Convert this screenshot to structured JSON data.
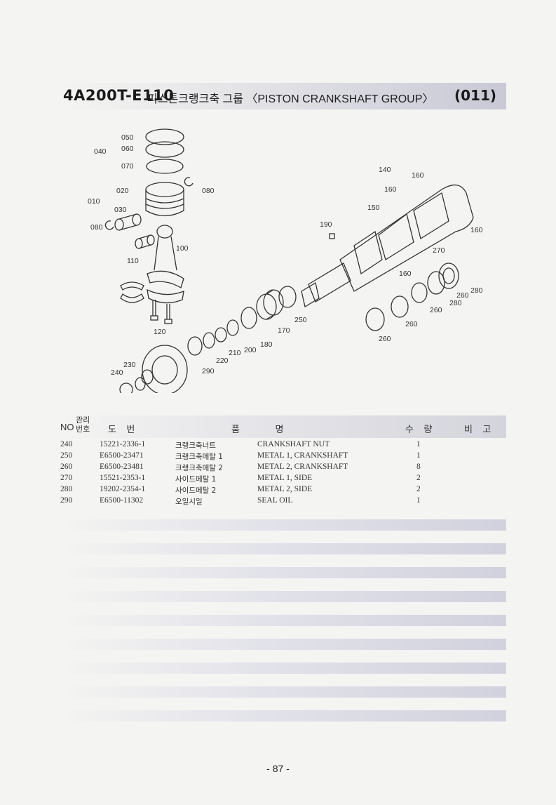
{
  "header": {
    "model": "4A200T-E110",
    "title": "피스톤크랭크축 그룹 〈PISTON CRANKSHAFT GROUP〉",
    "group_code": "(011)"
  },
  "diagram": {
    "callouts": [
      "050",
      "040",
      "060",
      "070",
      "020",
      "080",
      "010",
      "030",
      "080",
      "100",
      "110",
      "120",
      "140",
      "160",
      "160",
      "150",
      "190",
      "160",
      "270",
      "160",
      "280",
      "260",
      "280",
      "260",
      "250",
      "260",
      "170",
      "180",
      "200",
      "210",
      "220",
      "290",
      "260",
      "230",
      "240"
    ]
  },
  "table": {
    "headers": {
      "no": "NO",
      "mgmt_1": "관리",
      "mgmt_2": "번호",
      "part_no": "도    번",
      "name": "품              명",
      "qty": "수    량",
      "remarks": "비    고"
    },
    "rows": [
      {
        "no": "240",
        "part_no": "15221-2336-1",
        "name_kr": "크랭크축너트",
        "name_en": "CRANKSHAFT NUT",
        "qty": "1"
      },
      {
        "no": "250",
        "part_no": "E6500-23471",
        "name_kr": "크랭크축메탈 1",
        "name_en": "METAL 1, CRANKSHAFT",
        "qty": "1"
      },
      {
        "no": "260",
        "part_no": "E6500-23481",
        "name_kr": "크랭크축메탈 2",
        "name_en": "METAL 2, CRANKSHAFT",
        "qty": "8"
      },
      {
        "no": "270",
        "part_no": "15521-2353-1",
        "name_kr": "사이드메탈 1",
        "name_en": "METAL 1, SIDE",
        "qty": "2"
      },
      {
        "no": "280",
        "part_no": "19202-2354-1",
        "name_kr": "사이드메탈 2",
        "name_en": "METAL 2, SIDE",
        "qty": "2"
      },
      {
        "no": "290",
        "part_no": "E6500-11302",
        "name_kr": "오일시일",
        "name_en": "SEAL OIL",
        "qty": "1"
      }
    ]
  },
  "footer": {
    "page": "- 87 -"
  }
}
